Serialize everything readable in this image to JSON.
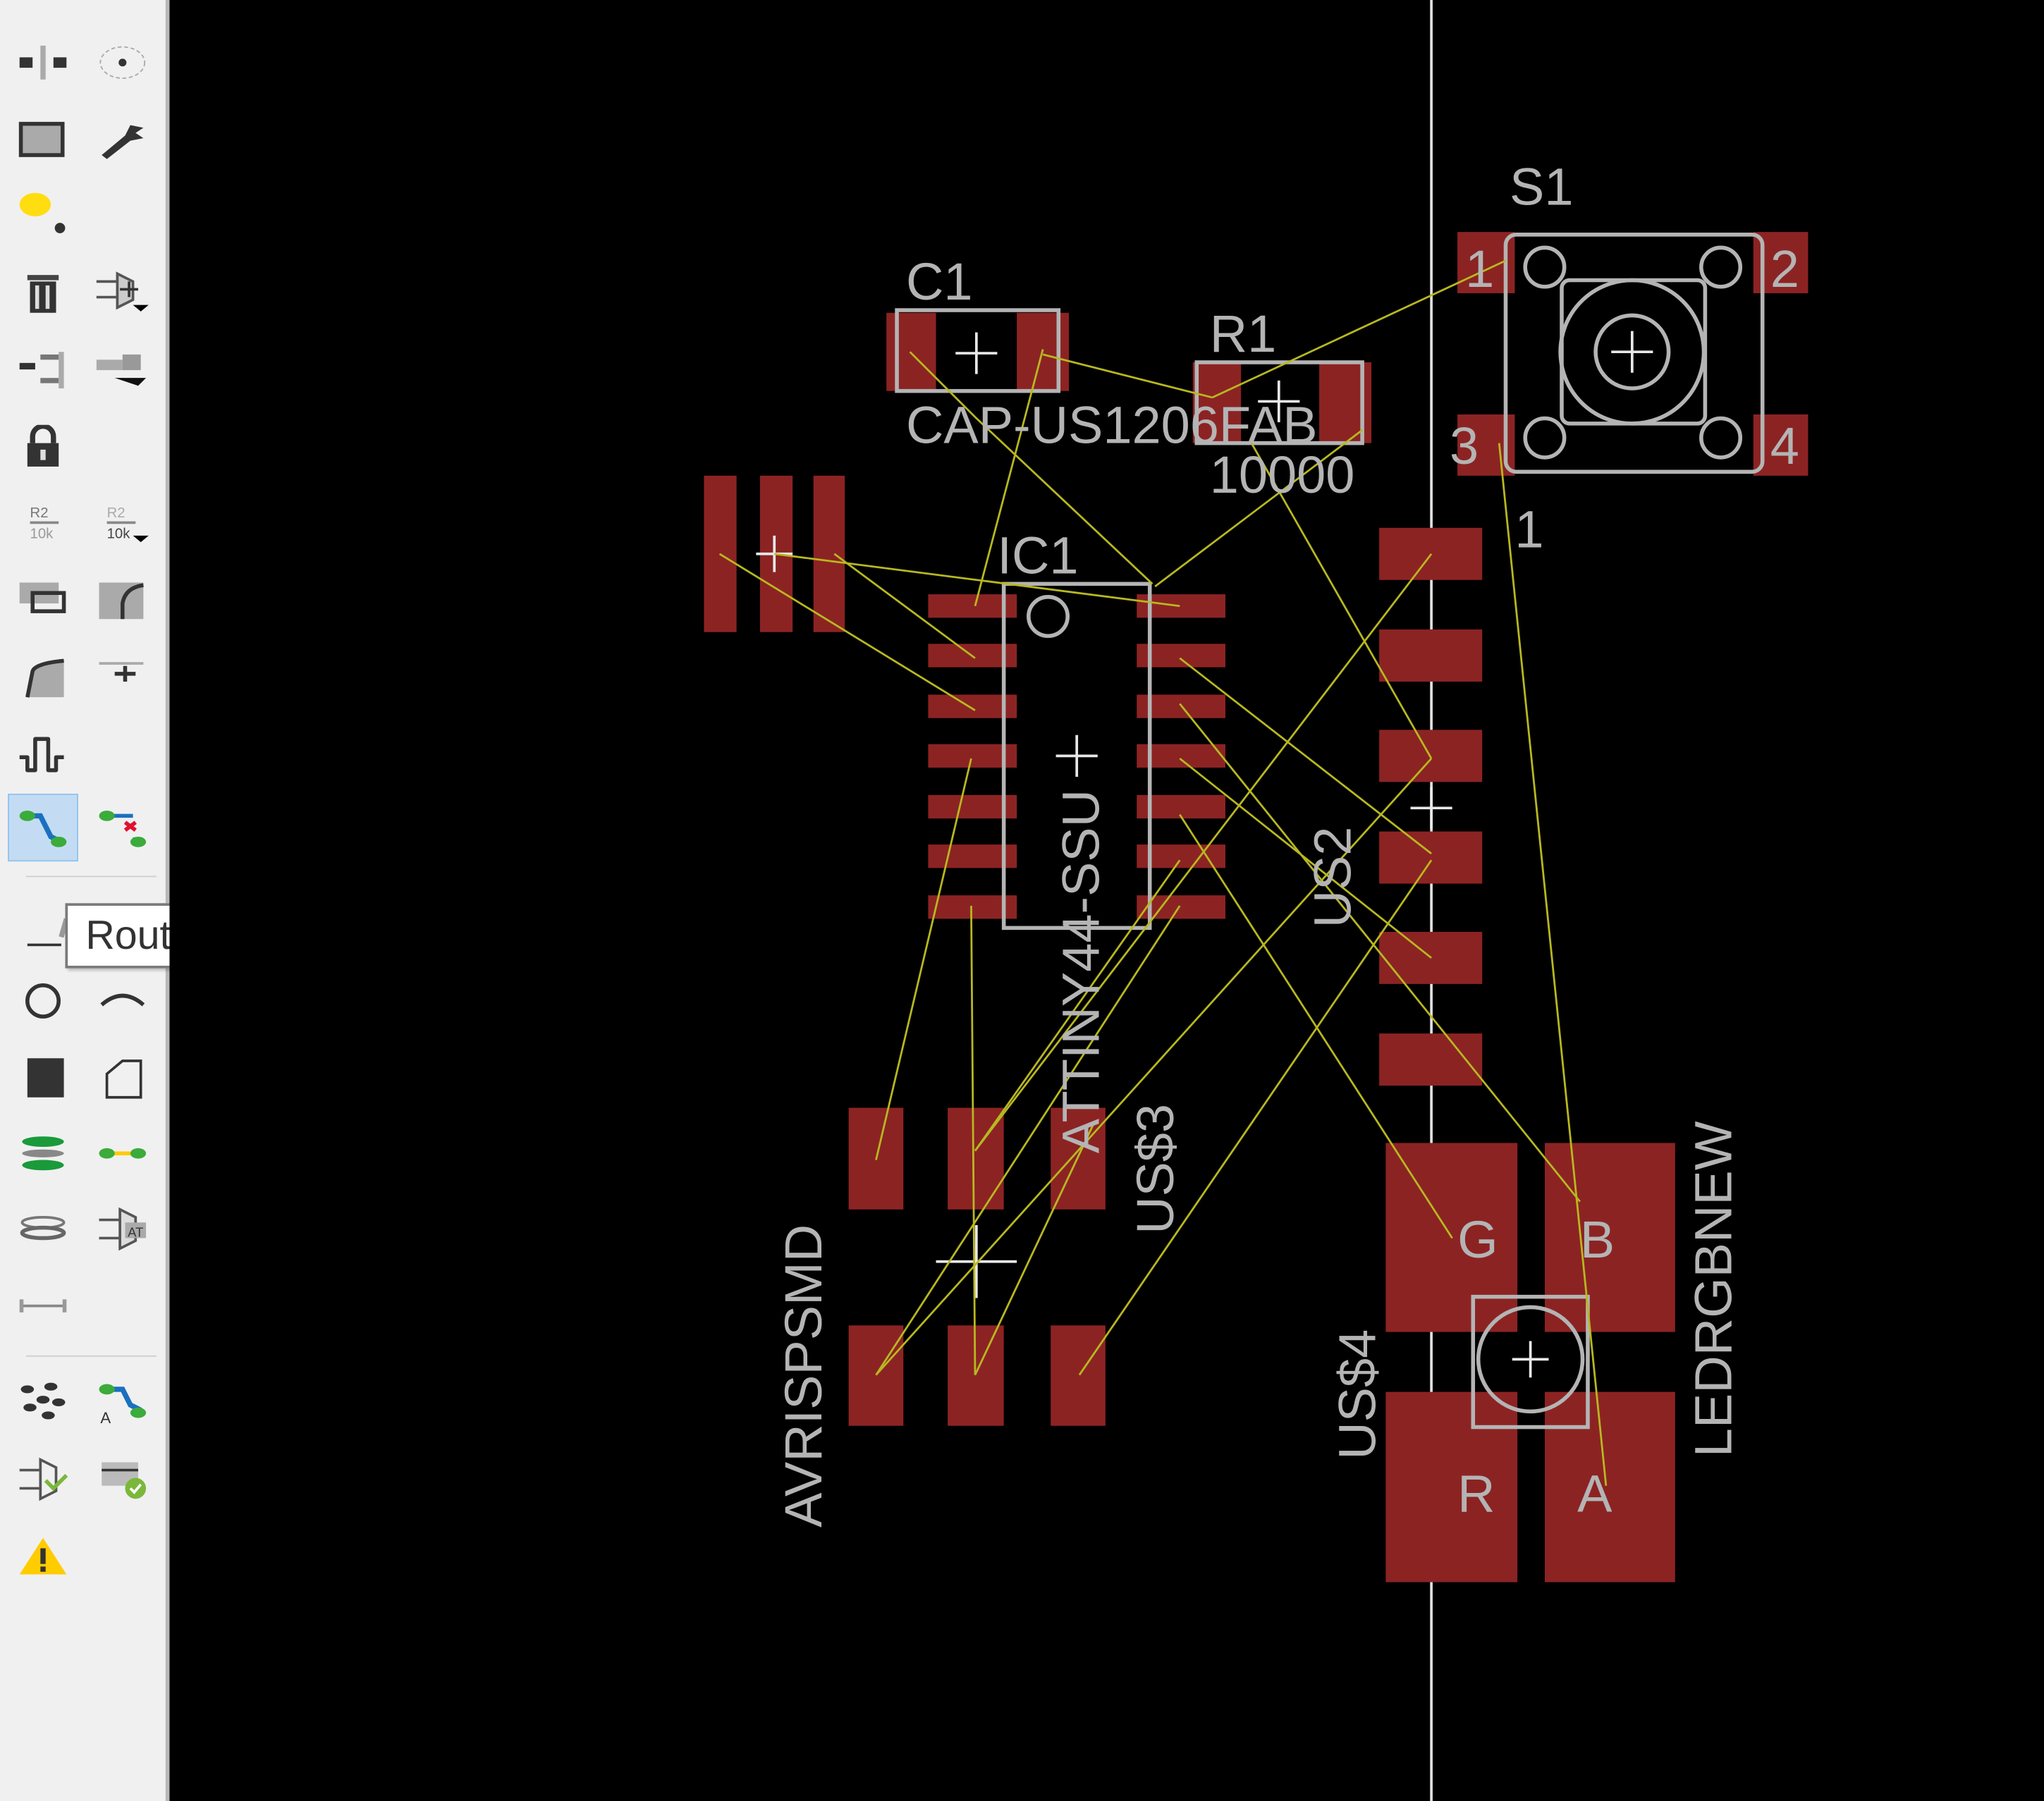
{
  "toolbar": {
    "tools_top": [
      "mirror-icon",
      "rotate-icon",
      "group-icon",
      "properties-wrench-icon",
      "change-layer-icon",
      "delete-icon",
      "add-part-icon",
      "move-split-icon",
      "replace-part-icon",
      "lock-icon",
      "name-icon",
      "value-icon",
      "smash-icon",
      "miter-icon",
      "split-icon",
      "optimize-icon",
      "meander-icon",
      "route-icon",
      "ripup-icon"
    ],
    "tools_draw": [
      "wire-icon",
      "circle-icon",
      "arc-icon",
      "rectangle-icon",
      "polygon-icon",
      "via-icon",
      "signal-icon",
      "hole-icon",
      "attribute-icon",
      "dimension-icon"
    ],
    "tools_bottom": [
      "ratsnest-icon",
      "autorouter-icon",
      "erc-icon",
      "drc-icon",
      "errors-icon"
    ],
    "active_tool": "Route"
  },
  "tooltip": {
    "text": "Route"
  },
  "board": {
    "colors": {
      "pad": "#8c2323",
      "outline": "#b4b4b4",
      "airwire": "#b8b820",
      "background": "#000000"
    },
    "c1": {
      "name": "C1",
      "value": "CAP-US1206FAB"
    },
    "r1": {
      "name": "R1",
      "value": "10000"
    },
    "s1": {
      "name": "S1",
      "pins": [
        "1",
        "2",
        "3",
        "4"
      ]
    },
    "ic1": {
      "name": "IC1",
      "value": "ATTINY44-SSU"
    },
    "us2": {
      "name": "US2",
      "pin1": "1"
    },
    "us3": {
      "name": "US$3",
      "value": "AVRISPSMD"
    },
    "us4": {
      "name": "US$4",
      "value": "LEDRGBNEW",
      "pins": [
        "G",
        "B",
        "R",
        "A"
      ]
    }
  }
}
